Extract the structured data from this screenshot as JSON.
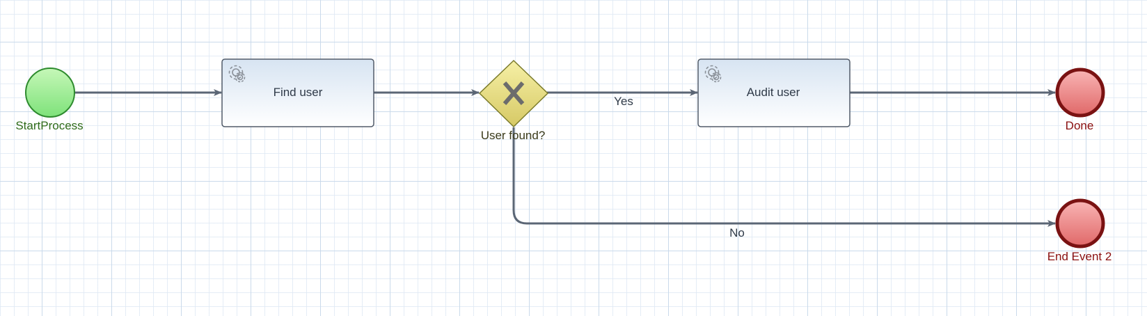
{
  "diagram": {
    "start_event": {
      "label": "StartProcess",
      "stroke": "#2e8b2e",
      "fill_top": "#c6f7b8",
      "fill_bottom": "#7ee27a",
      "label_color": "#2f6b1a"
    },
    "task_find": {
      "label": "Find user",
      "icon": "gear-icon",
      "fill_top": "#ffffff",
      "fill_bottom": "#d7e4f2",
      "stroke": "#505a68"
    },
    "gateway": {
      "label": "User found?",
      "icon": "x-icon",
      "fill_top": "#f6f0a6",
      "fill_bottom": "#d6c965",
      "stroke": "#7a7a2a",
      "label_color": "#3a3a1a"
    },
    "task_audit": {
      "label": "Audit user",
      "icon": "gear-icon",
      "fill_top": "#ffffff",
      "fill_bottom": "#d7e4f2",
      "stroke": "#505a68"
    },
    "end_done": {
      "label": "Done",
      "stroke": "#7a1212",
      "fill_top": "#f9b5b5",
      "fill_bottom": "#e06868",
      "label_color": "#8a0f0f"
    },
    "end_event_2": {
      "label": "End Event 2",
      "stroke": "#7a1212",
      "fill_top": "#f9b5b5",
      "fill_bottom": "#e06868",
      "label_color": "#8a0f0f"
    },
    "flow_yes": {
      "label": "Yes"
    },
    "flow_no": {
      "label": "No"
    },
    "flow_color": "#5b6675",
    "text_color": "#2f3a48"
  }
}
